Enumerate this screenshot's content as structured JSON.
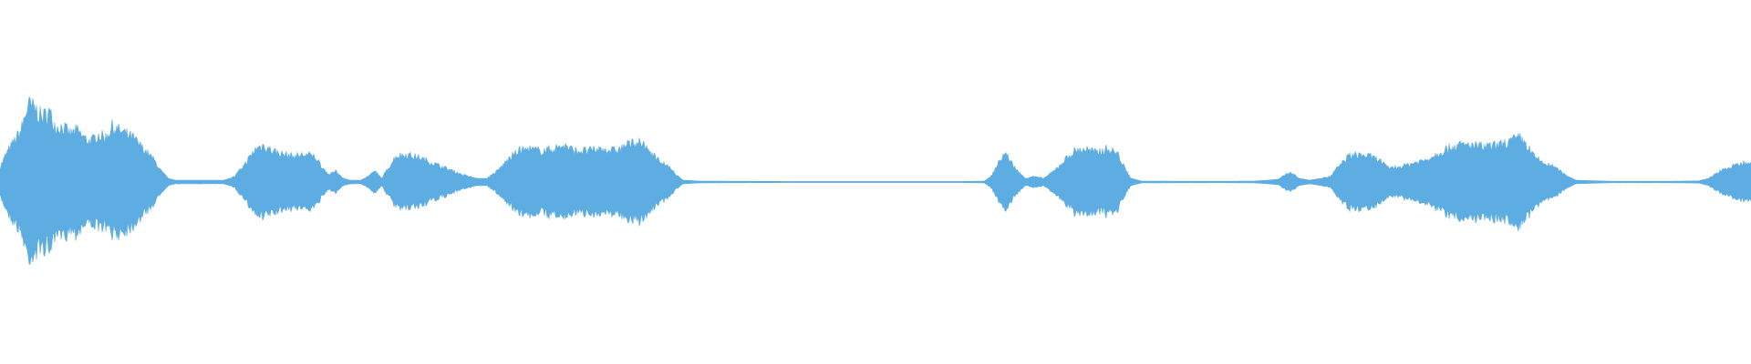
{
  "waveform": {
    "color": "#5dade2",
    "duration_fraction_markers": [],
    "envelope": [
      [
        0.0,
        0.08
      ],
      [
        0.004,
        0.16
      ],
      [
        0.008,
        0.22
      ],
      [
        0.012,
        0.28
      ],
      [
        0.016,
        0.42
      ],
      [
        0.02,
        0.4
      ],
      [
        0.024,
        0.35
      ],
      [
        0.028,
        0.38
      ],
      [
        0.032,
        0.3
      ],
      [
        0.036,
        0.3
      ],
      [
        0.04,
        0.26
      ],
      [
        0.044,
        0.28
      ],
      [
        0.048,
        0.24
      ],
      [
        0.052,
        0.22
      ],
      [
        0.056,
        0.26
      ],
      [
        0.06,
        0.24
      ],
      [
        0.064,
        0.3
      ],
      [
        0.068,
        0.28
      ],
      [
        0.072,
        0.26
      ],
      [
        0.076,
        0.24
      ],
      [
        0.08,
        0.2
      ],
      [
        0.084,
        0.16
      ],
      [
        0.088,
        0.12
      ],
      [
        0.092,
        0.06
      ],
      [
        0.096,
        0.02
      ],
      [
        0.1,
        0.01
      ],
      [
        0.11,
        0.01
      ],
      [
        0.12,
        0.01
      ],
      [
        0.128,
        0.01
      ],
      [
        0.134,
        0.03
      ],
      [
        0.14,
        0.1
      ],
      [
        0.146,
        0.18
      ],
      [
        0.15,
        0.2
      ],
      [
        0.156,
        0.17
      ],
      [
        0.162,
        0.15
      ],
      [
        0.168,
        0.14
      ],
      [
        0.174,
        0.15
      ],
      [
        0.18,
        0.14
      ],
      [
        0.184,
        0.08
      ],
      [
        0.188,
        0.04
      ],
      [
        0.192,
        0.06
      ],
      [
        0.196,
        0.02
      ],
      [
        0.2,
        0.01
      ],
      [
        0.206,
        0.01
      ],
      [
        0.21,
        0.03
      ],
      [
        0.214,
        0.06
      ],
      [
        0.218,
        0.02
      ],
      [
        0.222,
        0.08
      ],
      [
        0.226,
        0.14
      ],
      [
        0.232,
        0.15
      ],
      [
        0.24,
        0.13
      ],
      [
        0.248,
        0.1
      ],
      [
        0.256,
        0.07
      ],
      [
        0.264,
        0.04
      ],
      [
        0.272,
        0.02
      ],
      [
        0.278,
        0.02
      ],
      [
        0.284,
        0.06
      ],
      [
        0.29,
        0.12
      ],
      [
        0.296,
        0.17
      ],
      [
        0.302,
        0.18
      ],
      [
        0.308,
        0.17
      ],
      [
        0.316,
        0.18
      ],
      [
        0.322,
        0.2
      ],
      [
        0.328,
        0.17
      ],
      [
        0.336,
        0.17
      ],
      [
        0.344,
        0.18
      ],
      [
        0.352,
        0.17
      ],
      [
        0.358,
        0.2
      ],
      [
        0.364,
        0.22
      ],
      [
        0.37,
        0.18
      ],
      [
        0.376,
        0.12
      ],
      [
        0.382,
        0.08
      ],
      [
        0.386,
        0.04
      ],
      [
        0.39,
        0.01
      ],
      [
        0.4,
        0.005
      ],
      [
        0.45,
        0.003
      ],
      [
        0.5,
        0.003
      ],
      [
        0.55,
        0.003
      ],
      [
        0.562,
        0.005
      ],
      [
        0.566,
        0.03
      ],
      [
        0.57,
        0.1
      ],
      [
        0.574,
        0.16
      ],
      [
        0.578,
        0.1
      ],
      [
        0.582,
        0.05
      ],
      [
        0.586,
        0.02
      ],
      [
        0.59,
        0.03
      ],
      [
        0.596,
        0.02
      ],
      [
        0.602,
        0.06
      ],
      [
        0.608,
        0.12
      ],
      [
        0.614,
        0.17
      ],
      [
        0.62,
        0.18
      ],
      [
        0.626,
        0.16
      ],
      [
        0.632,
        0.18
      ],
      [
        0.638,
        0.16
      ],
      [
        0.642,
        0.08
      ],
      [
        0.646,
        0.02
      ],
      [
        0.652,
        0.005
      ],
      [
        0.68,
        0.004
      ],
      [
        0.7,
        0.004
      ],
      [
        0.716,
        0.005
      ],
      [
        0.724,
        0.01
      ],
      [
        0.73,
        0.015
      ],
      [
        0.734,
        0.04
      ],
      [
        0.738,
        0.05
      ],
      [
        0.742,
        0.02
      ],
      [
        0.748,
        0.01
      ],
      [
        0.754,
        0.02
      ],
      [
        0.76,
        0.03
      ],
      [
        0.764,
        0.08
      ],
      [
        0.77,
        0.14
      ],
      [
        0.776,
        0.15
      ],
      [
        0.782,
        0.14
      ],
      [
        0.788,
        0.12
      ],
      [
        0.792,
        0.08
      ],
      [
        0.798,
        0.08
      ],
      [
        0.806,
        0.1
      ],
      [
        0.814,
        0.12
      ],
      [
        0.82,
        0.15
      ],
      [
        0.826,
        0.18
      ],
      [
        0.832,
        0.2
      ],
      [
        0.84,
        0.2
      ],
      [
        0.848,
        0.19
      ],
      [
        0.856,
        0.2
      ],
      [
        0.862,
        0.22
      ],
      [
        0.868,
        0.24
      ],
      [
        0.872,
        0.2
      ],
      [
        0.876,
        0.14
      ],
      [
        0.882,
        0.1
      ],
      [
        0.888,
        0.08
      ],
      [
        0.894,
        0.04
      ],
      [
        0.9,
        0.01
      ],
      [
        0.92,
        0.004
      ],
      [
        0.95,
        0.004
      ],
      [
        0.97,
        0.006
      ],
      [
        0.976,
        0.02
      ],
      [
        0.982,
        0.06
      ],
      [
        0.988,
        0.08
      ],
      [
        0.994,
        0.1
      ],
      [
        1.0,
        0.12
      ]
    ]
  }
}
